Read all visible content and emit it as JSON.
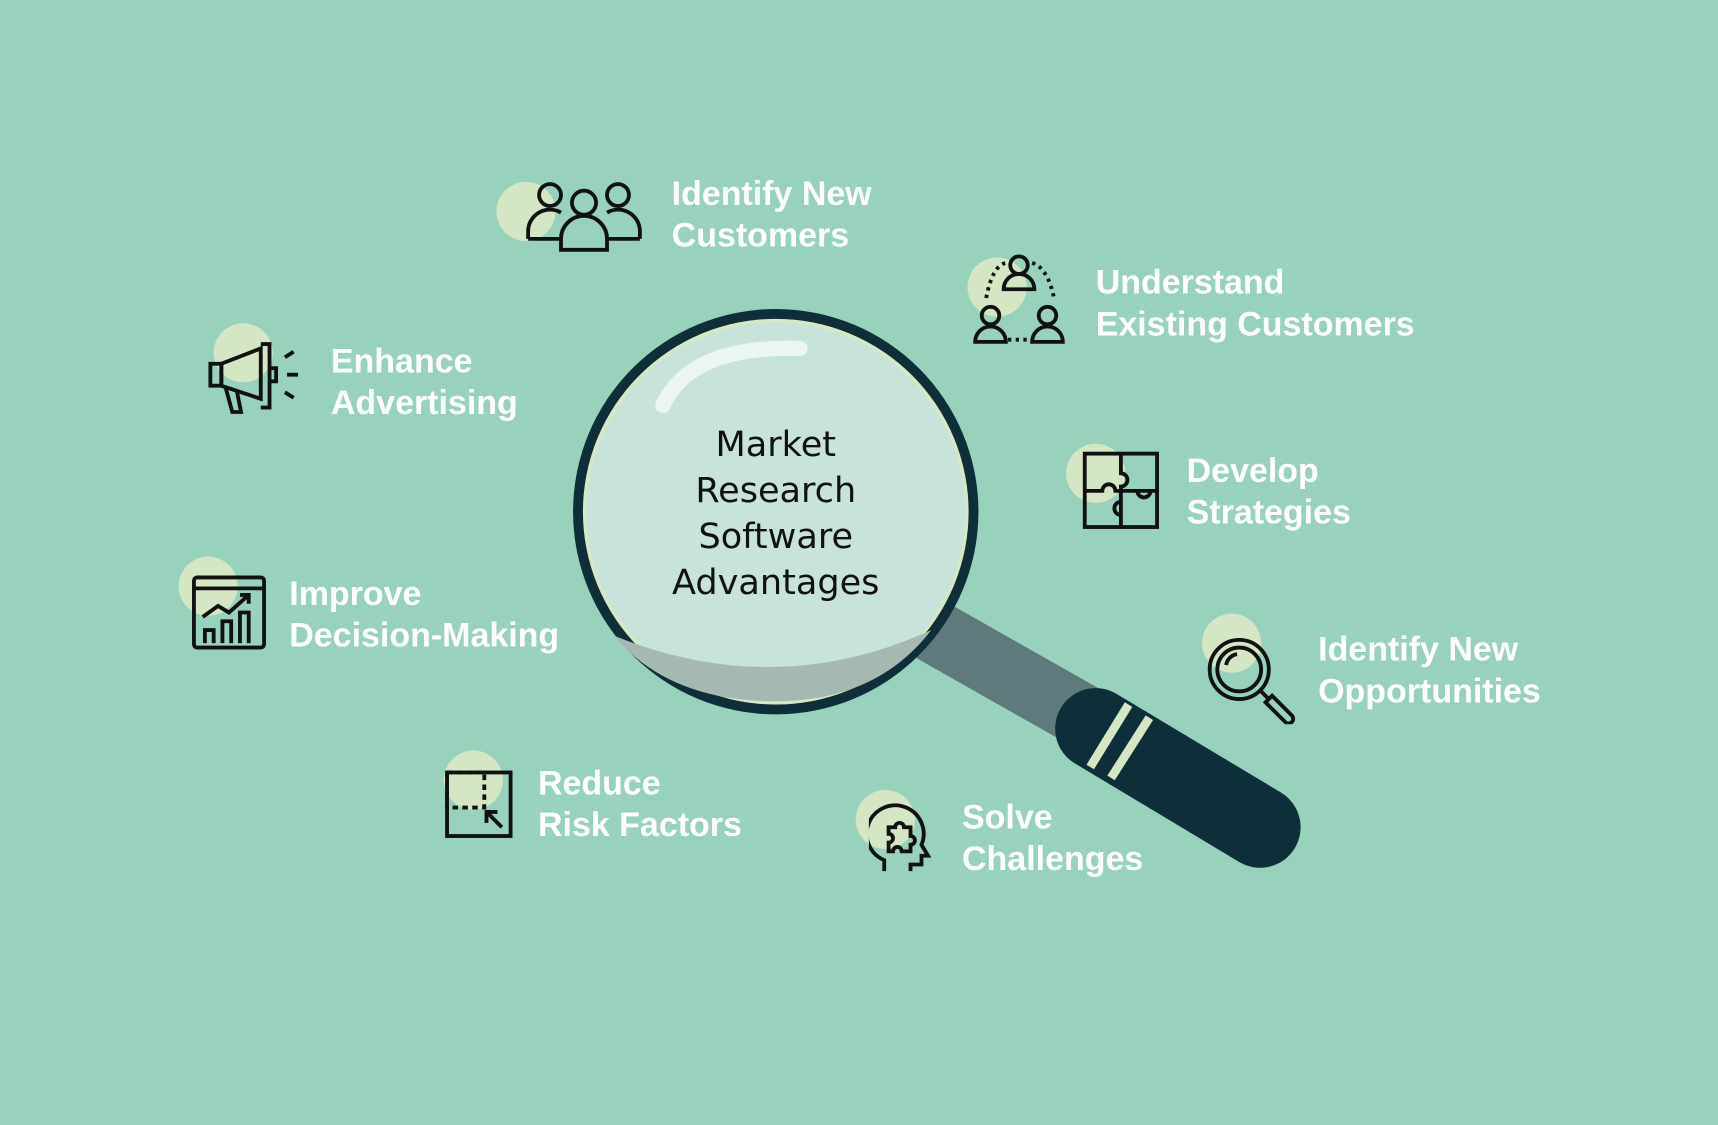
{
  "title_lines": [
    "Market",
    "Research",
    "Software",
    "Advantages"
  ],
  "items": [
    {
      "icon": "people-group-icon",
      "lines": [
        "Identify New",
        "Customers"
      ]
    },
    {
      "icon": "connected-users-icon",
      "lines": [
        "Understand",
        "Existing Customers"
      ]
    },
    {
      "icon": "megaphone-icon",
      "lines": [
        "Enhance",
        "Advertising"
      ]
    },
    {
      "icon": "puzzle-icon",
      "lines": [
        "Develop",
        "Strategies"
      ]
    },
    {
      "icon": "chart-window-icon",
      "lines": [
        "Improve",
        "Decision-Making"
      ]
    },
    {
      "icon": "magnifier-icon",
      "lines": [
        "Identify New",
        "Opportunities"
      ]
    },
    {
      "icon": "resize-box-icon",
      "lines": [
        "Reduce",
        "Risk Factors"
      ]
    },
    {
      "icon": "head-puzzle-icon",
      "lines": [
        "Solve",
        "Challenges"
      ]
    }
  ],
  "colors": {
    "background": "#98d2bd",
    "ring": "#0e2f3a",
    "lens": "#c8e3da",
    "accent": "#d4e6c3",
    "shaft": "#5e7a7c"
  }
}
